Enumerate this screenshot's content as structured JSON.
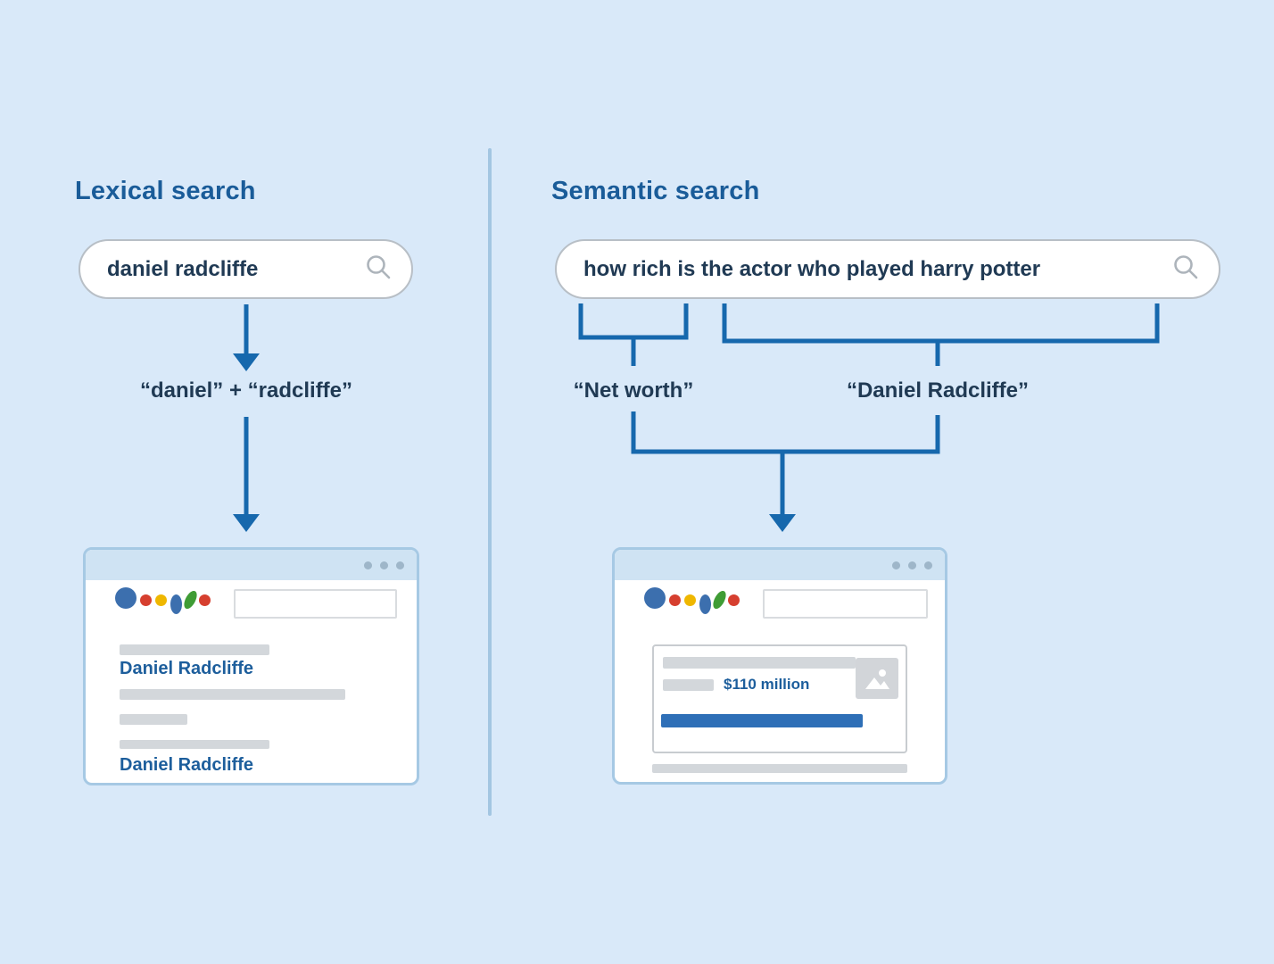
{
  "colors": {
    "background": "#d9e9f9",
    "divider": "#a3c6e2",
    "connector_blue": "#1668ad",
    "heading_blue": "#1a5c99",
    "query_text": "#203a54",
    "result_link_blue": "#1d5e9c",
    "answer_bar_blue": "#2e6fb7",
    "skeleton_gray": "#d3d7db",
    "logo_dots": [
      "#3c6fae",
      "#d63f2f",
      "#efb700",
      "#3c6fae",
      "#3f9c35",
      "#d63f2f"
    ]
  },
  "left_panel": {
    "heading": "Lexical search",
    "search_bar": {
      "query": "daniel radcliffe",
      "icon": "search-icon"
    },
    "tokens_label": "“daniel” + “radcliffe”",
    "browser": {
      "results": [
        {
          "title": "Daniel Radcliffe"
        },
        {
          "title": "Daniel Radcliffe"
        }
      ]
    }
  },
  "right_panel": {
    "heading": "Semantic search",
    "search_bar": {
      "query": "how rich is the actor who played harry potter",
      "icon": "search-icon"
    },
    "concepts": [
      "“Net worth”",
      "“Daniel Radcliffe”"
    ],
    "browser": {
      "answer_snippet": "$110 million"
    }
  }
}
